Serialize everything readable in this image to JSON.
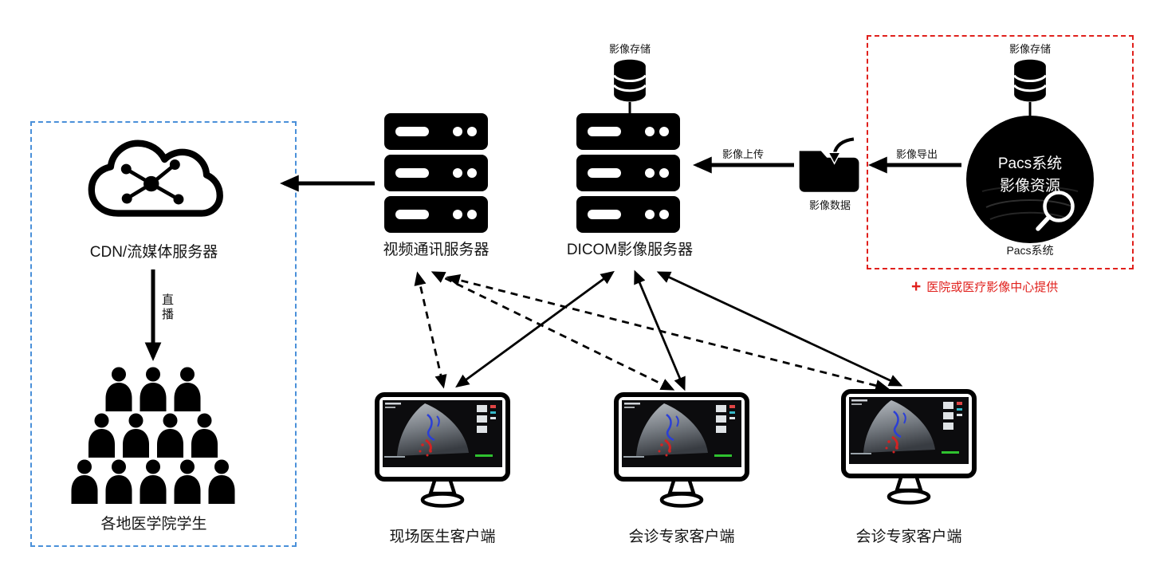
{
  "colors": {
    "accent_red": "#e0201c",
    "accent_blue": "#4a90d9",
    "ink": "#000000"
  },
  "left_group": {
    "cloud_label": "CDN/流媒体服务器",
    "broadcast_label": "直播",
    "students_label": "各地医学院学生"
  },
  "servers": {
    "video_label": "视频通讯服务器",
    "dicom_label": "DICOM影像服务器",
    "dicom_storage_label": "影像存储"
  },
  "transfer": {
    "upload_label": "影像上传",
    "folder_label": "影像数据",
    "export_label": "影像导出"
  },
  "pacs_group": {
    "storage_label": "影像存储",
    "circle_line1": "Pacs系统",
    "circle_line2": "影像资源",
    "system_label": "Pacs系统",
    "plus": "+",
    "note": "医院或医疗影像中心提供"
  },
  "clients": [
    {
      "label": "现场医生客户端"
    },
    {
      "label": "会诊专家客户端"
    },
    {
      "label": "会诊专家客户端"
    }
  ],
  "icons": {
    "cloud": "cloud-network-icon",
    "server": "server-rack-icon",
    "storage": "database-cylinder-icon",
    "folder": "folder-export-icon",
    "magnifier": "magnifier-icon",
    "person": "person-icon",
    "monitor": "ultrasound-monitor-icon"
  }
}
